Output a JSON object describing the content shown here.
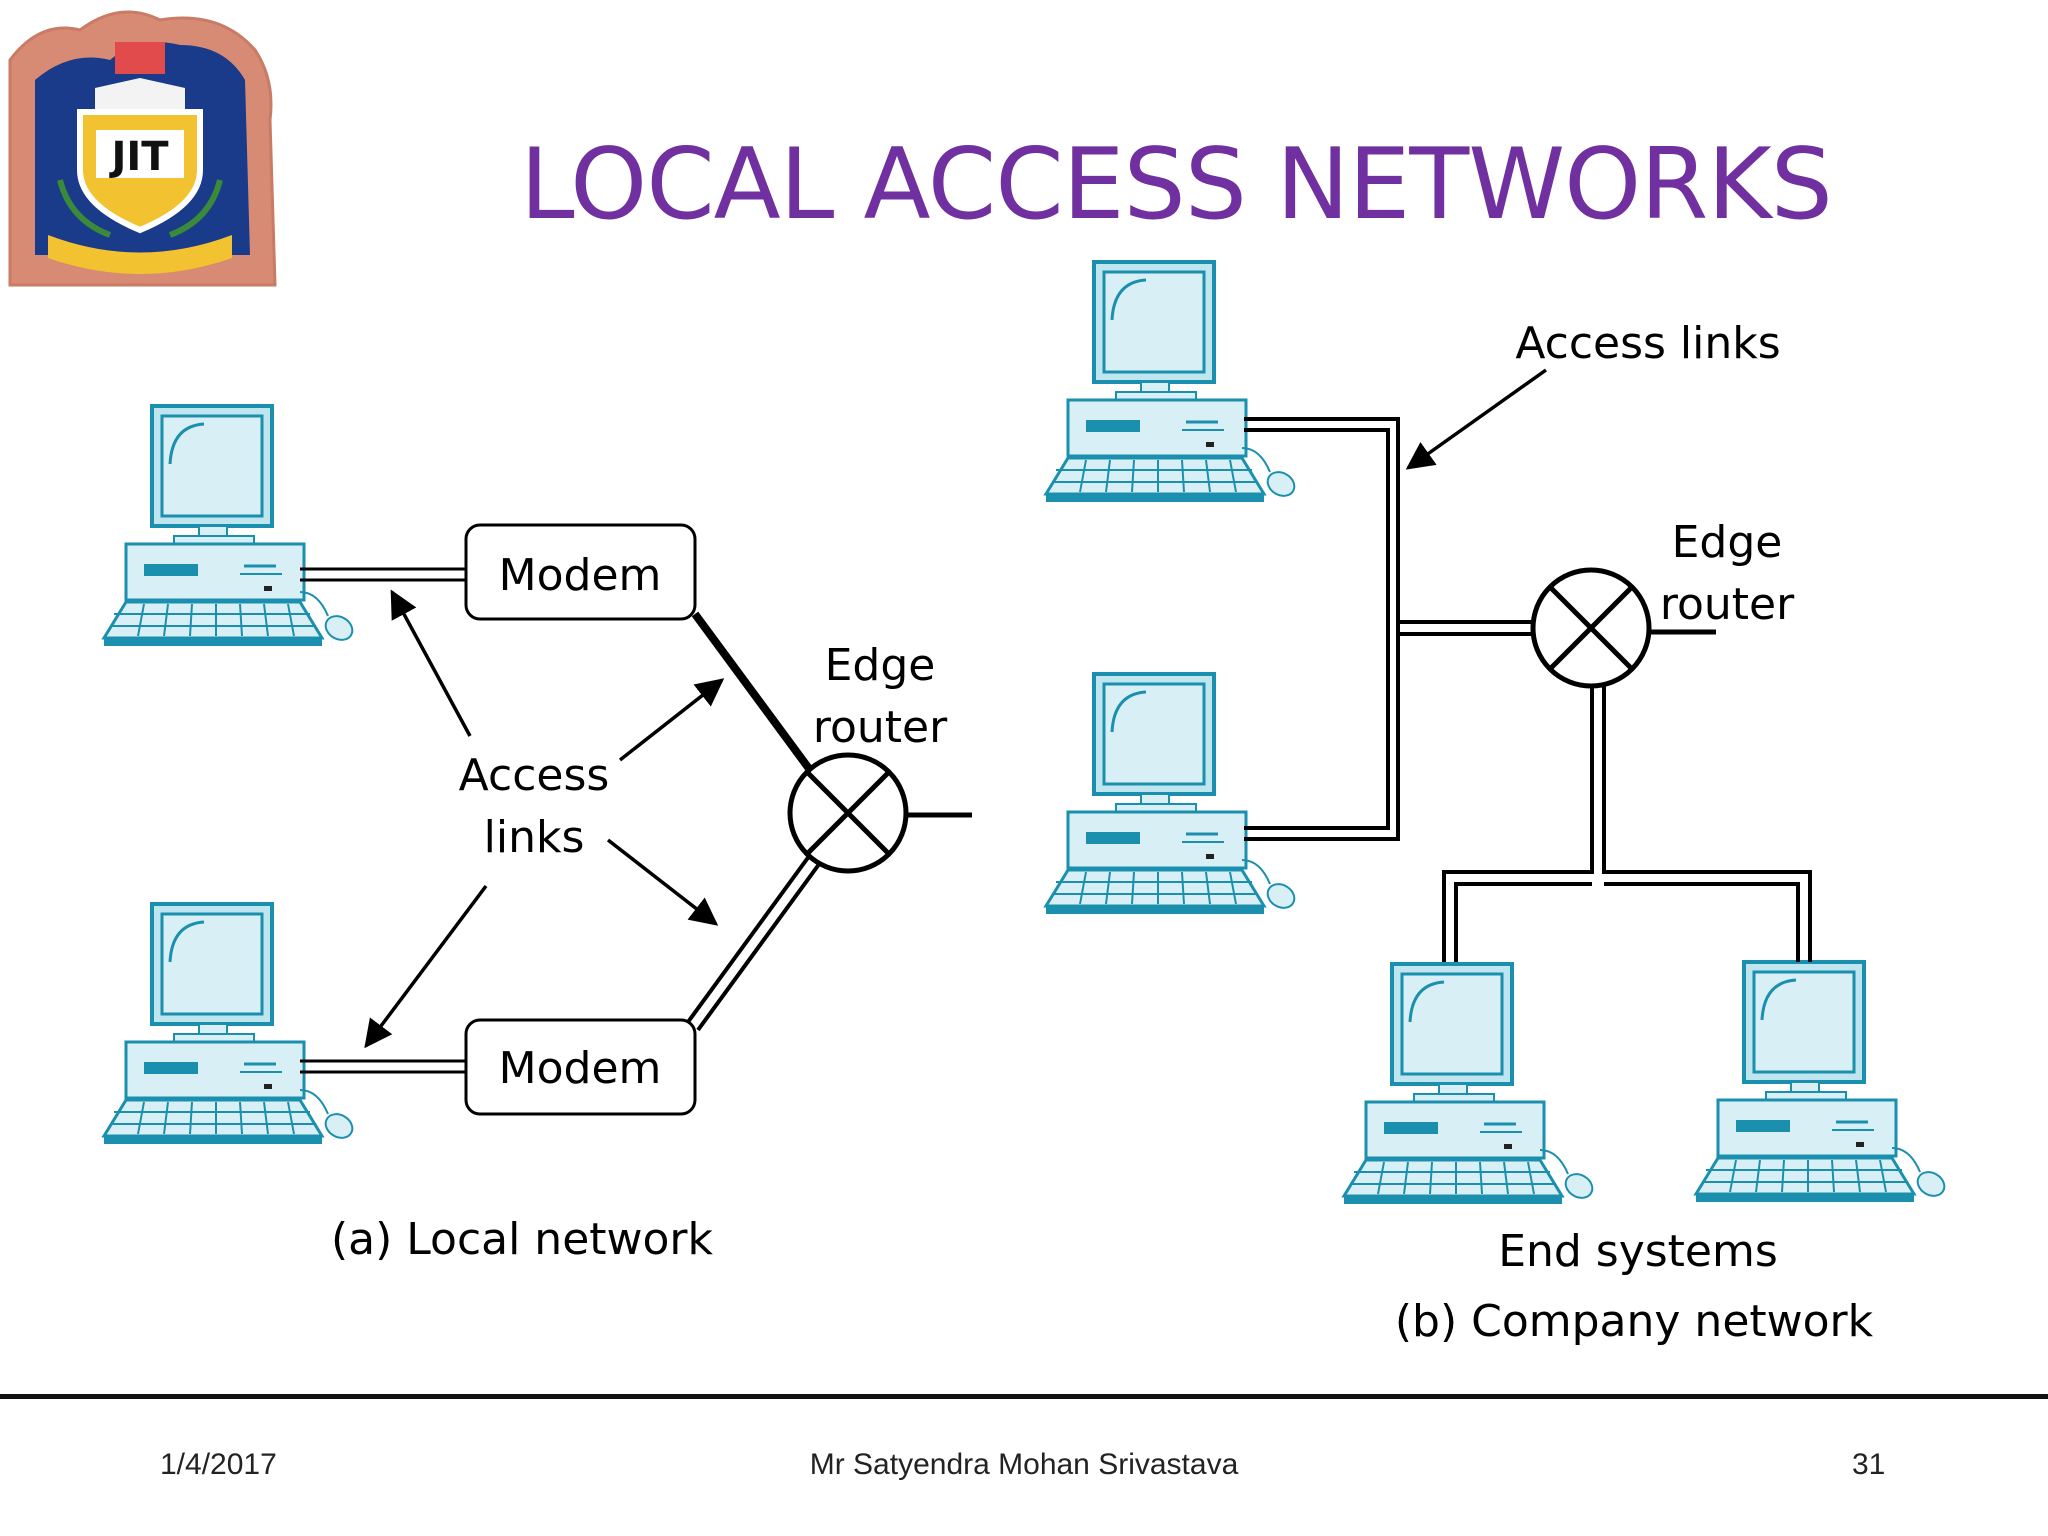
{
  "slide": {
    "title": "LOCAL ACCESS NETWORKS",
    "title_color": "#7030a0",
    "logo_text": "JIT"
  },
  "diagram": {
    "modem_top_label": "Modem",
    "modem_bottom_label": "Modem",
    "access_links_left_line1": "Access",
    "access_links_left_line2": "links",
    "edge_router_left_line1": "Edge",
    "edge_router_left_line2": "router",
    "caption_a": "(a) Local network",
    "access_links_right": "Access links",
    "edge_router_right_line1": "Edge",
    "edge_router_right_line2": "router",
    "end_systems": "End systems",
    "caption_b": "(b) Company network",
    "computer_color": "#bfe6ee",
    "computer_accent": "#1b8fae"
  },
  "footer": {
    "date": "1/4/2017",
    "author": "Mr Satyendra Mohan Srivastava",
    "page_number": "31"
  }
}
